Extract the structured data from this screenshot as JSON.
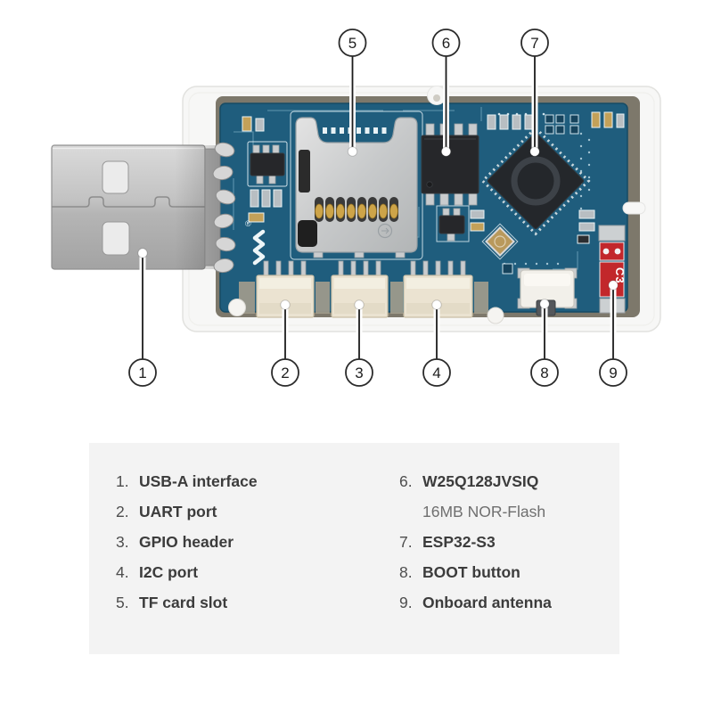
{
  "device": {
    "description": "ESP32-S3 USB dongle development board in white case, annotated",
    "antenna_label": "C3",
    "colors": {
      "pcb_blue": "#1f5d7d",
      "case_white": "#f7f7f6",
      "antenna_red": "#c2272b",
      "chip_black": "#26272a",
      "connector_cream": "#ebe3d1",
      "gold_contact": "#cda449"
    }
  },
  "callouts": {
    "c1": "1",
    "c2": "2",
    "c3": "3",
    "c4": "4",
    "c5": "5",
    "c6": "6",
    "c7": "7",
    "c8": "8",
    "c9": "9"
  },
  "legend": {
    "left": [
      {
        "num": "1.",
        "label": "USB-A interface"
      },
      {
        "num": "2.",
        "label": "UART port"
      },
      {
        "num": "3.",
        "label": "GPIO header"
      },
      {
        "num": "4.",
        "label": "I2C port"
      },
      {
        "num": "5.",
        "label": "TF card slot"
      }
    ],
    "right": [
      {
        "num": "6.",
        "label": "W25Q128JVSIQ"
      },
      {
        "sub": "16MB NOR-Flash"
      },
      {
        "num": "7.",
        "label": "ESP32-S3"
      },
      {
        "num": "8.",
        "label": "BOOT button"
      },
      {
        "num": "9.",
        "label": "Onboard antenna"
      }
    ]
  }
}
